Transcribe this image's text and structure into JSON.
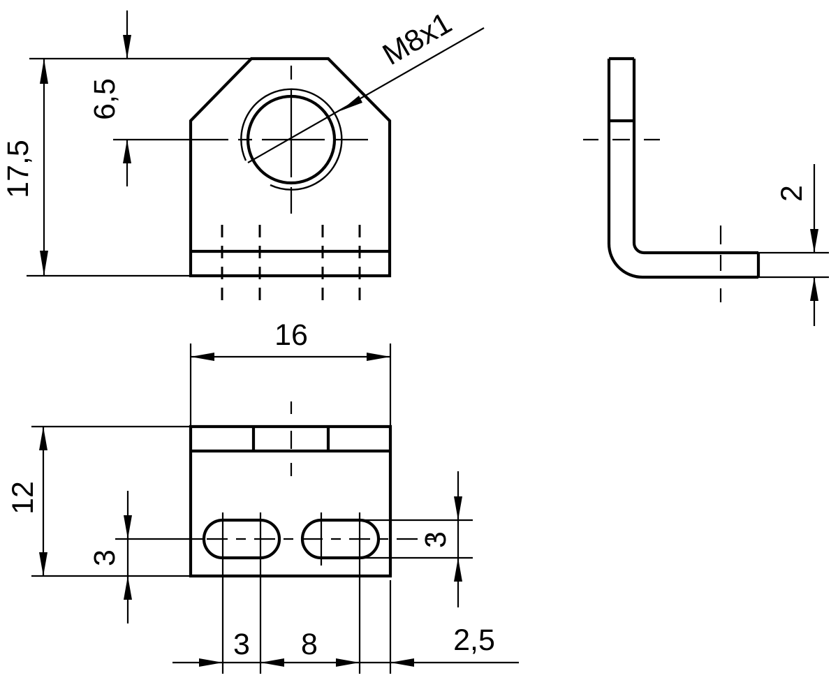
{
  "title": "Mounting bracket technical drawing",
  "colors": {
    "background": "#ffffff",
    "line": "#000000"
  },
  "views": {
    "front": {
      "dim_total_height": "17,5",
      "dim_hole_center_from_top": "6,5",
      "thread_callout": "M8x1"
    },
    "side": {
      "dim_thickness": "2"
    },
    "bottom": {
      "dim_width": "16",
      "dim_depth": "12",
      "dim_slot_center_to_edge": "3",
      "dim_slot_height": "3",
      "dim_slot_arc_spacing": "3",
      "dim_slot_pitch": "8",
      "dim_corner_offset": "2,5"
    }
  }
}
